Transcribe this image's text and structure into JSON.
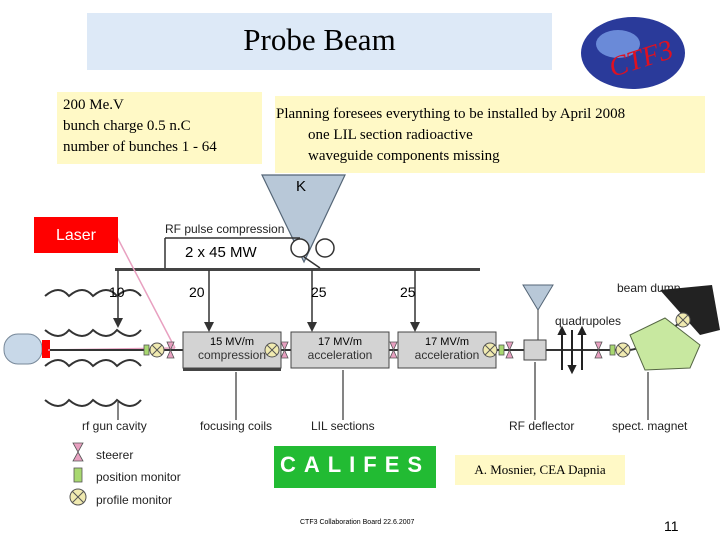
{
  "title": "Probe Beam",
  "params": [
    "200 Me.V",
    "bunch charge 0.5 n.C",
    "number of bunches 1 - 64"
  ],
  "planning": [
    "Planning foresees everything to be installed by April 2008",
    "one LIL section radioactive",
    "waveguide components missing"
  ],
  "klystron_label": "K",
  "laser_label": "Laser",
  "rf_pulse_compression": "RF pulse compression",
  "power": "2 x 45 MW",
  "power_values": [
    "10",
    "20",
    "25",
    "25"
  ],
  "beam_dump": "beam dump",
  "quadrupoles": "quadrupoles",
  "sections": [
    {
      "gradient": "15 MV/m",
      "function": "compression"
    },
    {
      "gradient": "17 MV/m",
      "function": "acceleration"
    },
    {
      "gradient": "17 MV/m",
      "function": "acceleration"
    }
  ],
  "bottom_labels": [
    "rf gun cavity",
    "focusing coils",
    "LIL sections",
    "RF deflector",
    "spect. magnet"
  ],
  "legend": [
    "steerer",
    "position monitor",
    "profile monitor"
  ],
  "califes": "CALIFES",
  "credit": "A. Mosnier, CEA Dapnia",
  "footer": "CTF3 Collaboration Board 22.6.2007",
  "page_number": "11",
  "logo_text": "CTF3",
  "colors": {
    "title_bg": "#dde9f7",
    "note_bg": "#fff9c6",
    "laser": "#ff0000",
    "califes": "#22bb33",
    "section_fill": "#d3d3d3",
    "steerer": "#e8a0c0",
    "monitor": "#a8d870"
  }
}
